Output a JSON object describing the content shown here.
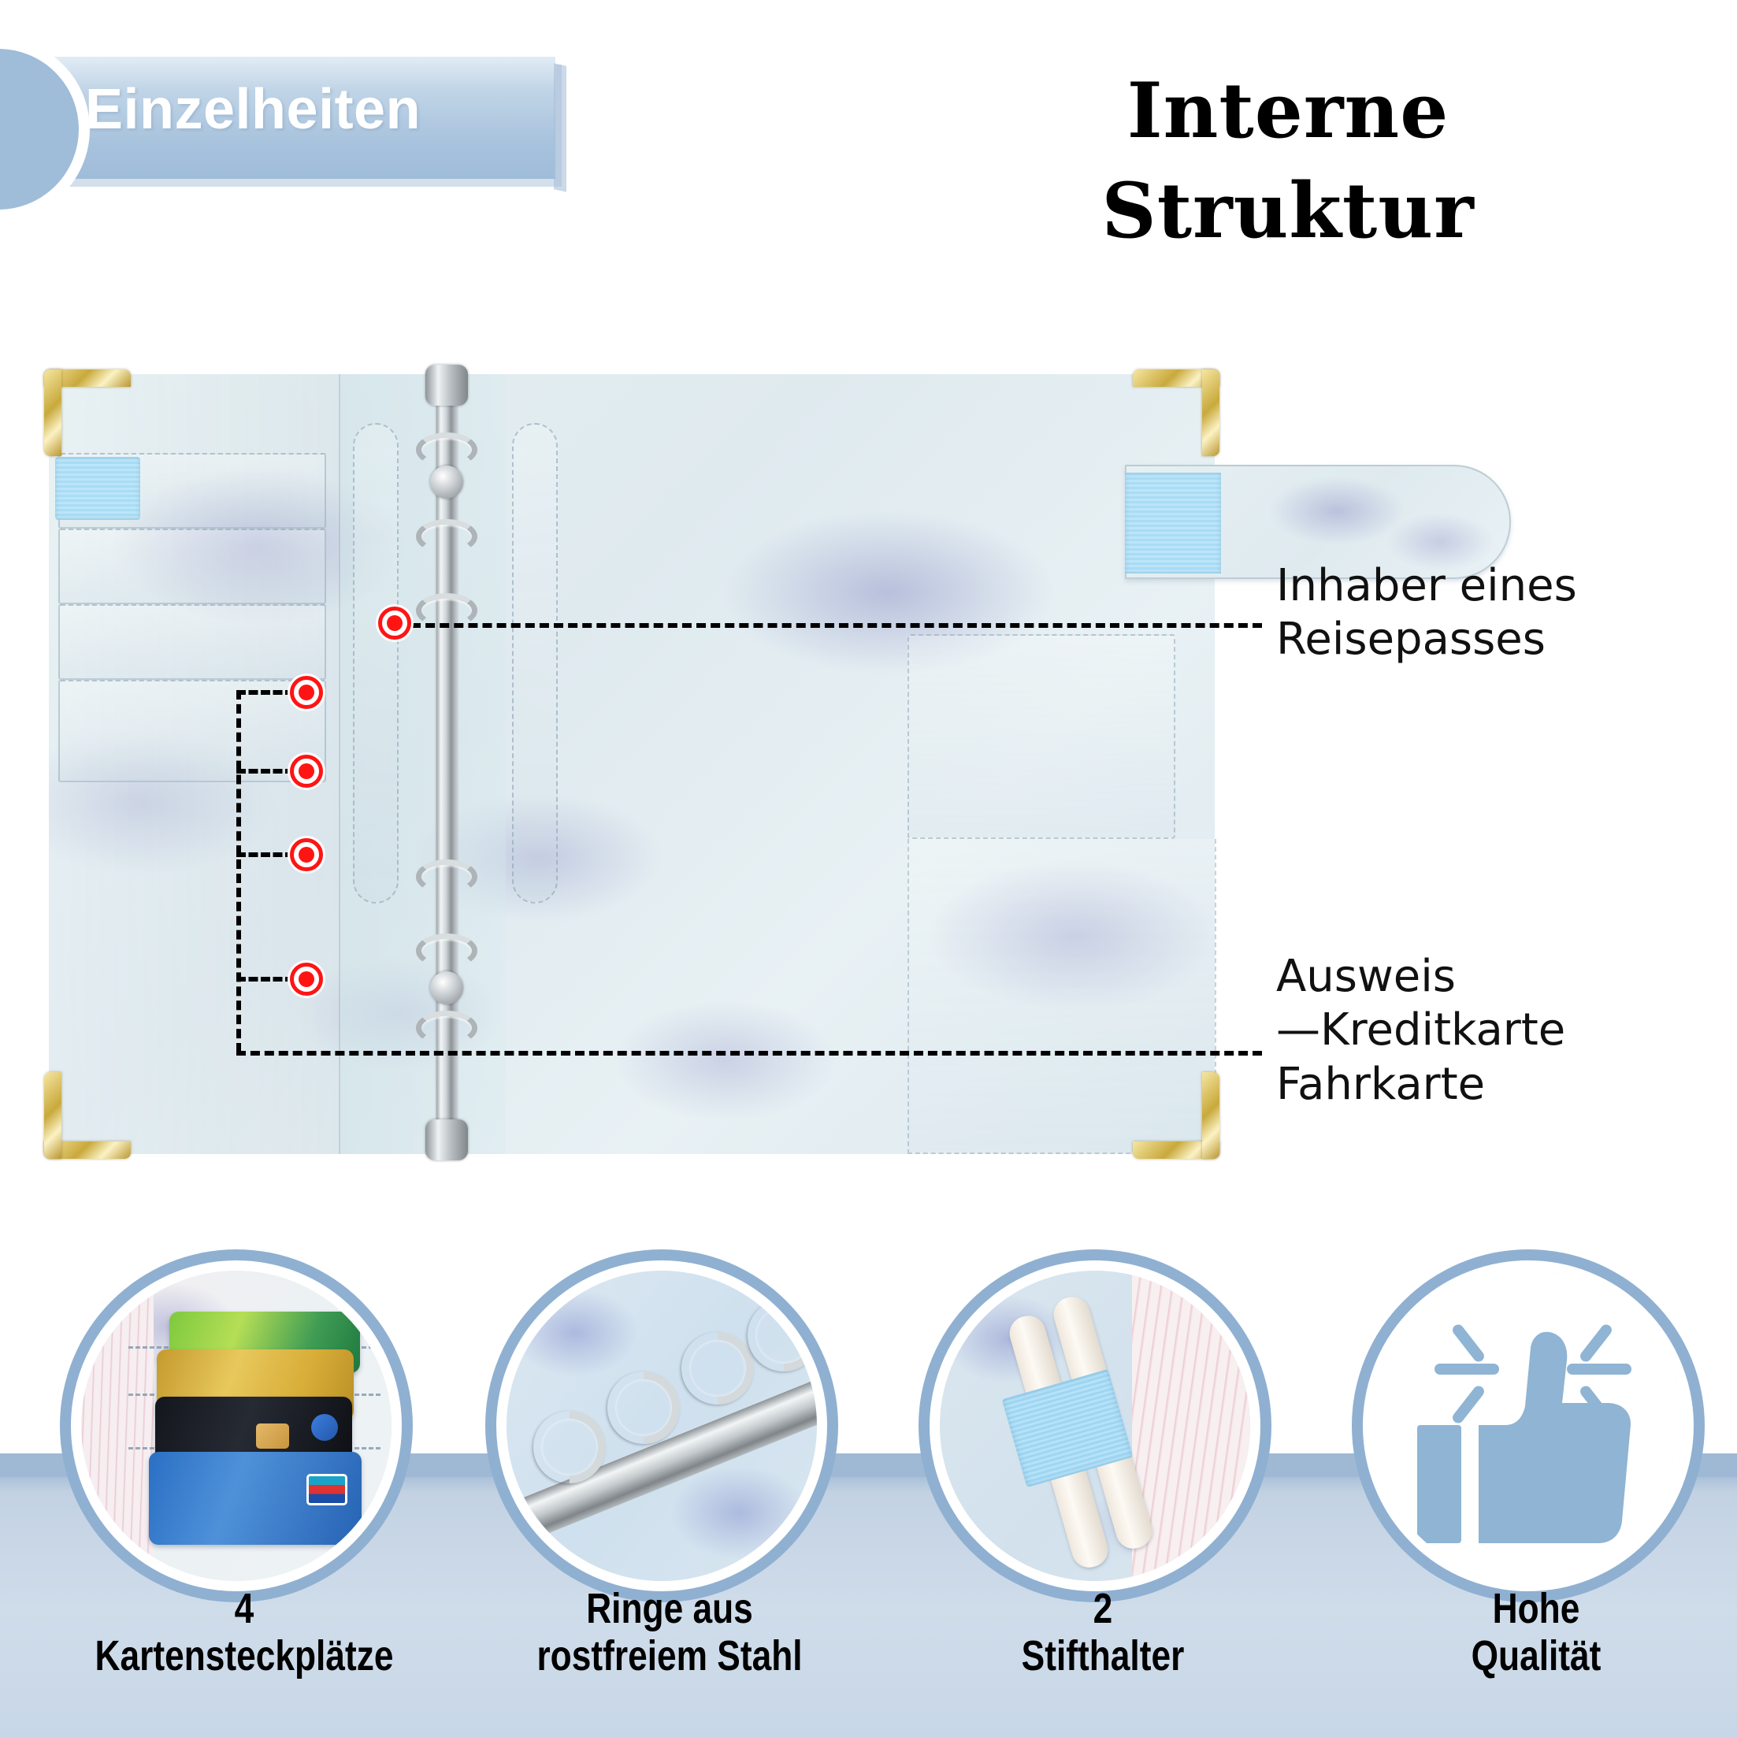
{
  "badge": {
    "label": "Einzelheiten",
    "accent_color": "#9fbcd9"
  },
  "header": {
    "title_line1": "Interne",
    "title_line2": "Struktur"
  },
  "product": {
    "name": "marble-pattern-a6-ring-binder-planner",
    "callouts": [
      {
        "id": "passport-holder",
        "label": "Inhaber eines\nReisepasses",
        "dot_color": "#ff1414"
      },
      {
        "id": "card-slots",
        "label": "Ausweis\n—Kreditkarte\nFahrkarte",
        "dot_color": "#ff1414"
      }
    ]
  },
  "features": [
    {
      "id": "card-slots",
      "caption": "4\nKartensteckplätze",
      "icon": "card-slots-photo"
    },
    {
      "id": "steel-rings",
      "caption": "Ringe aus\nrostfreiem Stahl",
      "icon": "binder-rings-photo"
    },
    {
      "id": "pen-holders",
      "caption": "2\nStifthalter",
      "icon": "pen-holder-photo"
    },
    {
      "id": "high-quality",
      "caption": "Hohe\nQualität",
      "icon": "thumbs-up-icon"
    }
  ],
  "theme": {
    "panel_bg": "#c8d7e7",
    "ring_accent": "#8fb0d1",
    "icon_blue": "#8fb4d4",
    "text_black": "#000000"
  }
}
